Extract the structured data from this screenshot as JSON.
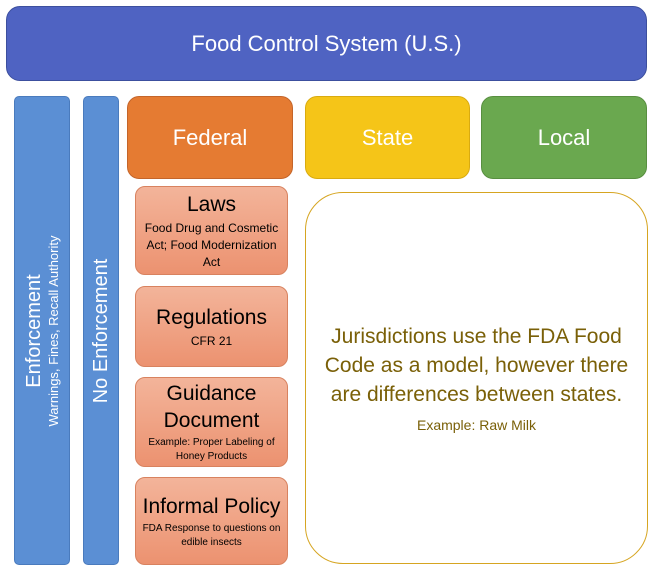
{
  "title": "Food Control System (U.S.)",
  "enforcement": {
    "label": "Enforcement",
    "sublabel": "Warnings, Fines, Recall Authority"
  },
  "no_enforcement": {
    "label": "No Enforcement"
  },
  "levels": {
    "federal": "Federal",
    "state": "State",
    "local": "Local"
  },
  "instruments": {
    "laws": {
      "title": "Laws",
      "detail": "Food Drug and Cosmetic Act; Food Modernization Act"
    },
    "regulations": {
      "title": "Regulations",
      "detail": "CFR 21"
    },
    "guidance": {
      "title": "Guidance Document",
      "detail": "Example: Proper Labeling of Honey Products"
    },
    "informal": {
      "title": "Informal Policy",
      "detail": "FDA Response to questions on edible insects"
    }
  },
  "state_note": {
    "body": "Jurisdictions use the FDA Food Code as a model, however there are differences between states.",
    "example": "Example: Raw Milk"
  },
  "colors": {
    "header": "#4f63c2",
    "enforcement_bars": "#5b8fd4",
    "federal": "#e57b32",
    "state": "#f5c518",
    "local": "#6aa84f",
    "instruments": "#ec9270",
    "note_text": "#7a6008"
  }
}
